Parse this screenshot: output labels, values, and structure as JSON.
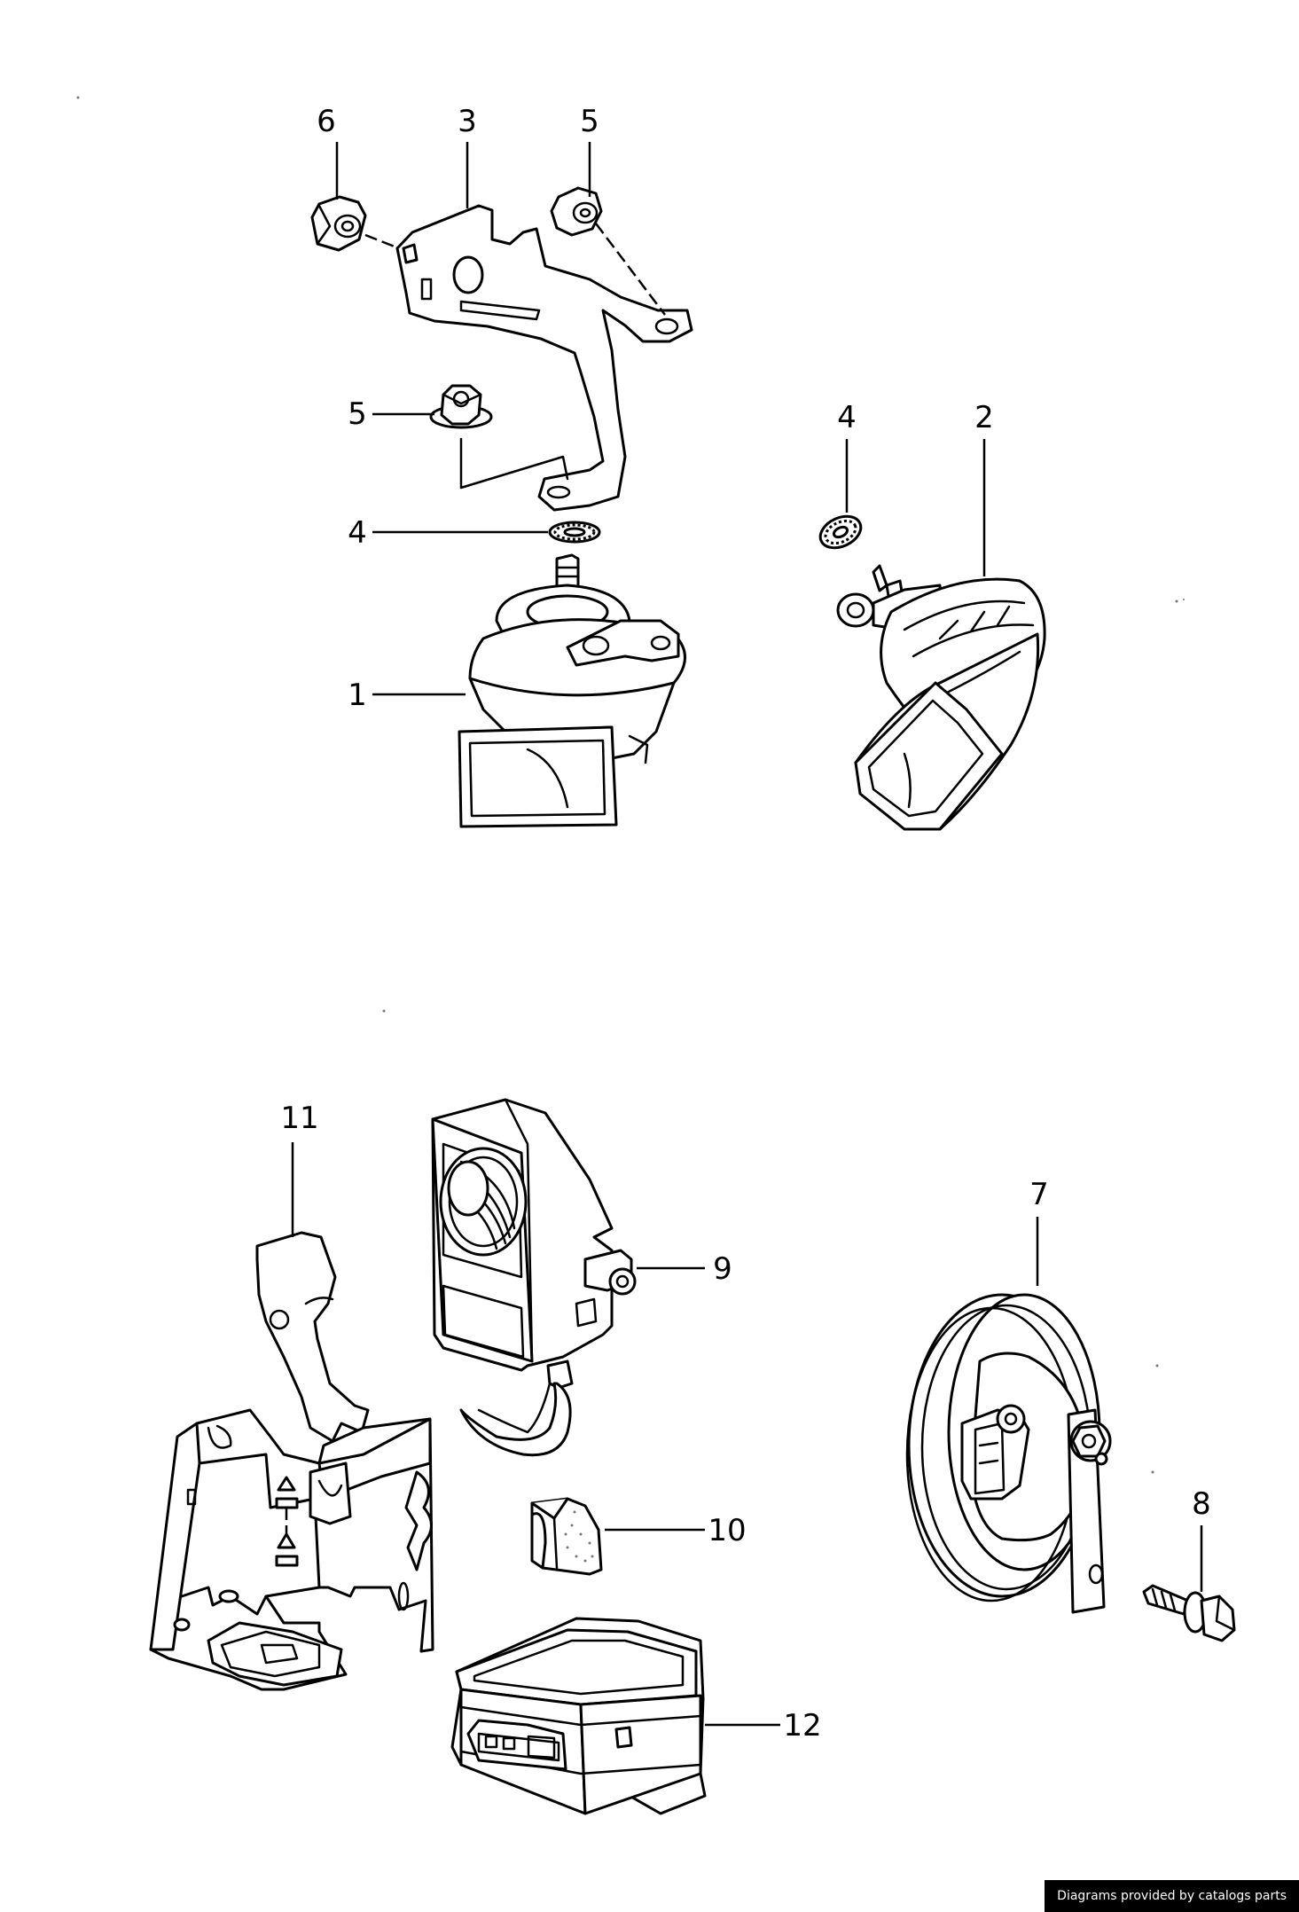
{
  "diagram": {
    "callouts": {
      "c1": "1",
      "c2": "2",
      "c3": "3",
      "c4a": "4",
      "c4b": "4",
      "c5a": "5",
      "c5b": "5",
      "c6": "6",
      "c7": "7",
      "c8": "8",
      "c9": "9",
      "c10": "10",
      "c11": "11",
      "c12": "12"
    }
  },
  "footer": {
    "credit": "Diagrams provided by catalogs parts"
  }
}
